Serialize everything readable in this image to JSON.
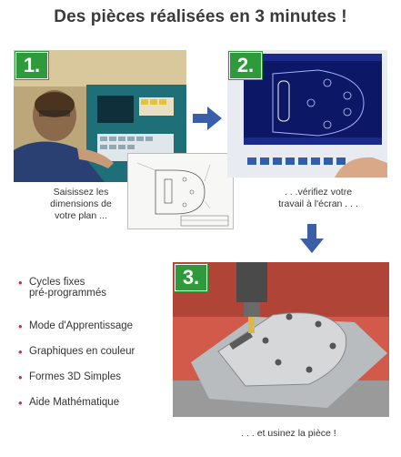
{
  "headline": "Des pièces réalisées en 3 minutes !",
  "steps": [
    {
      "number": "1.",
      "caption_lines": [
        "Saisissez les",
        "dimensions de",
        "votre plan ..."
      ]
    },
    {
      "number": "2.",
      "caption_lines": [
        ". . .vérifiez votre",
        "travail à l'écran . . ."
      ]
    },
    {
      "number": "3.",
      "caption": ". . . et usinez la pièce !"
    }
  ],
  "features": [
    [
      "Cycles fixes",
      "pré-programmés"
    ],
    [
      "Mode d'Apprentissage"
    ],
    [
      "Graphiques en couleur"
    ],
    [
      "Formes 3D Simples"
    ],
    [
      "Aide Mathématique"
    ]
  ],
  "colors": {
    "badge": "#2e9a3c",
    "arrow": "#3a5fa8",
    "bullet": "#d2322d"
  }
}
